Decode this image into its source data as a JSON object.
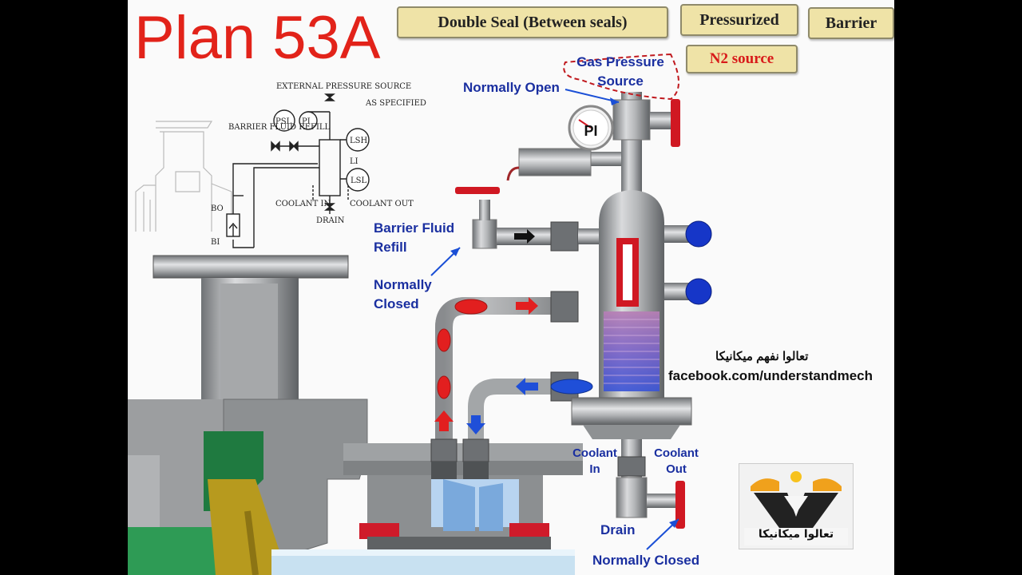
{
  "title": "Plan 53A",
  "tags": {
    "double_seal": "Double Seal  (Between seals)",
    "pressurized": "Pressurized",
    "barrier": "Barrier",
    "n2_source": "N2 source"
  },
  "schematic": {
    "external_pressure_source": "EXTERNAL PRESSURE SOURCE",
    "as_specified": "AS SPECIFIED",
    "psl": "PSL",
    "pi": "PI",
    "lsh": "LSH",
    "li": "LI",
    "lsl": "LSL",
    "barrier_fluid_refill": "BARRIER FLUID REFILL",
    "coolant_in": "COOLANT IN",
    "coolant_out": "COOLANT OUT",
    "drain": "DRAIN",
    "bo": "BO",
    "bi": "BI"
  },
  "callouts": {
    "gas_pressure_source": "Gas Pressure Source",
    "normally_open": "Normally Open",
    "barrier_fluid_refill": "Barrier Fluid Refill",
    "normally_closed_top": "Normally Closed",
    "coolant_in": "Coolant In",
    "coolant_out": "Coolant Out",
    "drain": "Drain",
    "normally_closed_bottom": "Normally Closed",
    "gauge_label": "PI"
  },
  "brand": {
    "arabic": "تعالوا نفهم ميكانيكا",
    "facebook": "facebook.com/understandmech",
    "logo_text": "تعالوا ميكانيكا"
  },
  "colors": {
    "title": "#e2231a",
    "tag_bg": "#efe3a7",
    "callout_blue": "#1a2fa0",
    "hot_flow": "#e21f1f",
    "cold_flow": "#1f4fd8",
    "valve_red": "#d01822",
    "valve_blue": "#1636c8"
  }
}
